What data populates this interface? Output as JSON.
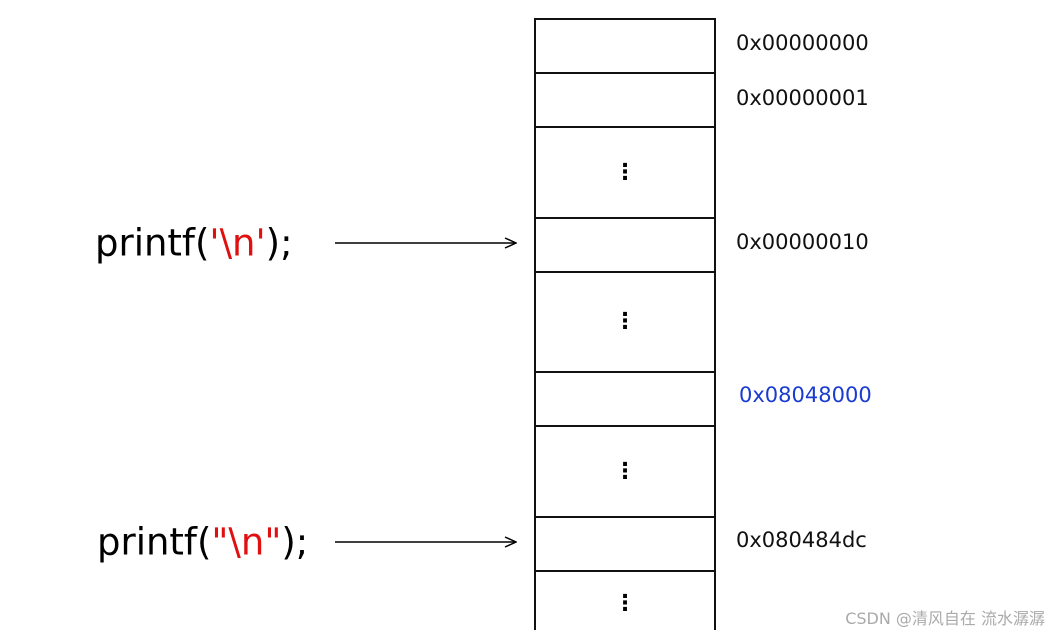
{
  "memory_cells": [
    {
      "address": "0x00000000",
      "ellipsis": false,
      "highlight": false
    },
    {
      "address": "0x00000001",
      "ellipsis": false,
      "highlight": false
    },
    {
      "address": "",
      "ellipsis": true
    },
    {
      "address": "0x00000010",
      "ellipsis": false,
      "highlight": false
    },
    {
      "address": "",
      "ellipsis": true
    },
    {
      "address": "0x08048000",
      "ellipsis": false,
      "highlight": true
    },
    {
      "address": "",
      "ellipsis": true
    },
    {
      "address": "0x080484dc",
      "ellipsis": false,
      "highlight": false
    },
    {
      "address": "",
      "ellipsis": true
    }
  ],
  "code_labels": [
    {
      "prefix": "printf(",
      "literal": "'\\n'",
      "suffix": ");",
      "target_address": "0x00000010"
    },
    {
      "prefix": "printf(",
      "literal": "\"\\n\"",
      "suffix": ");",
      "target_address": "0x080484dc"
    }
  ],
  "ellipsis_glyph": "⋮",
  "watermark": "CSDN @清风自在 流水潺潺",
  "colors": {
    "literal": "#e01010",
    "highlight_address": "#1a3bd0"
  }
}
